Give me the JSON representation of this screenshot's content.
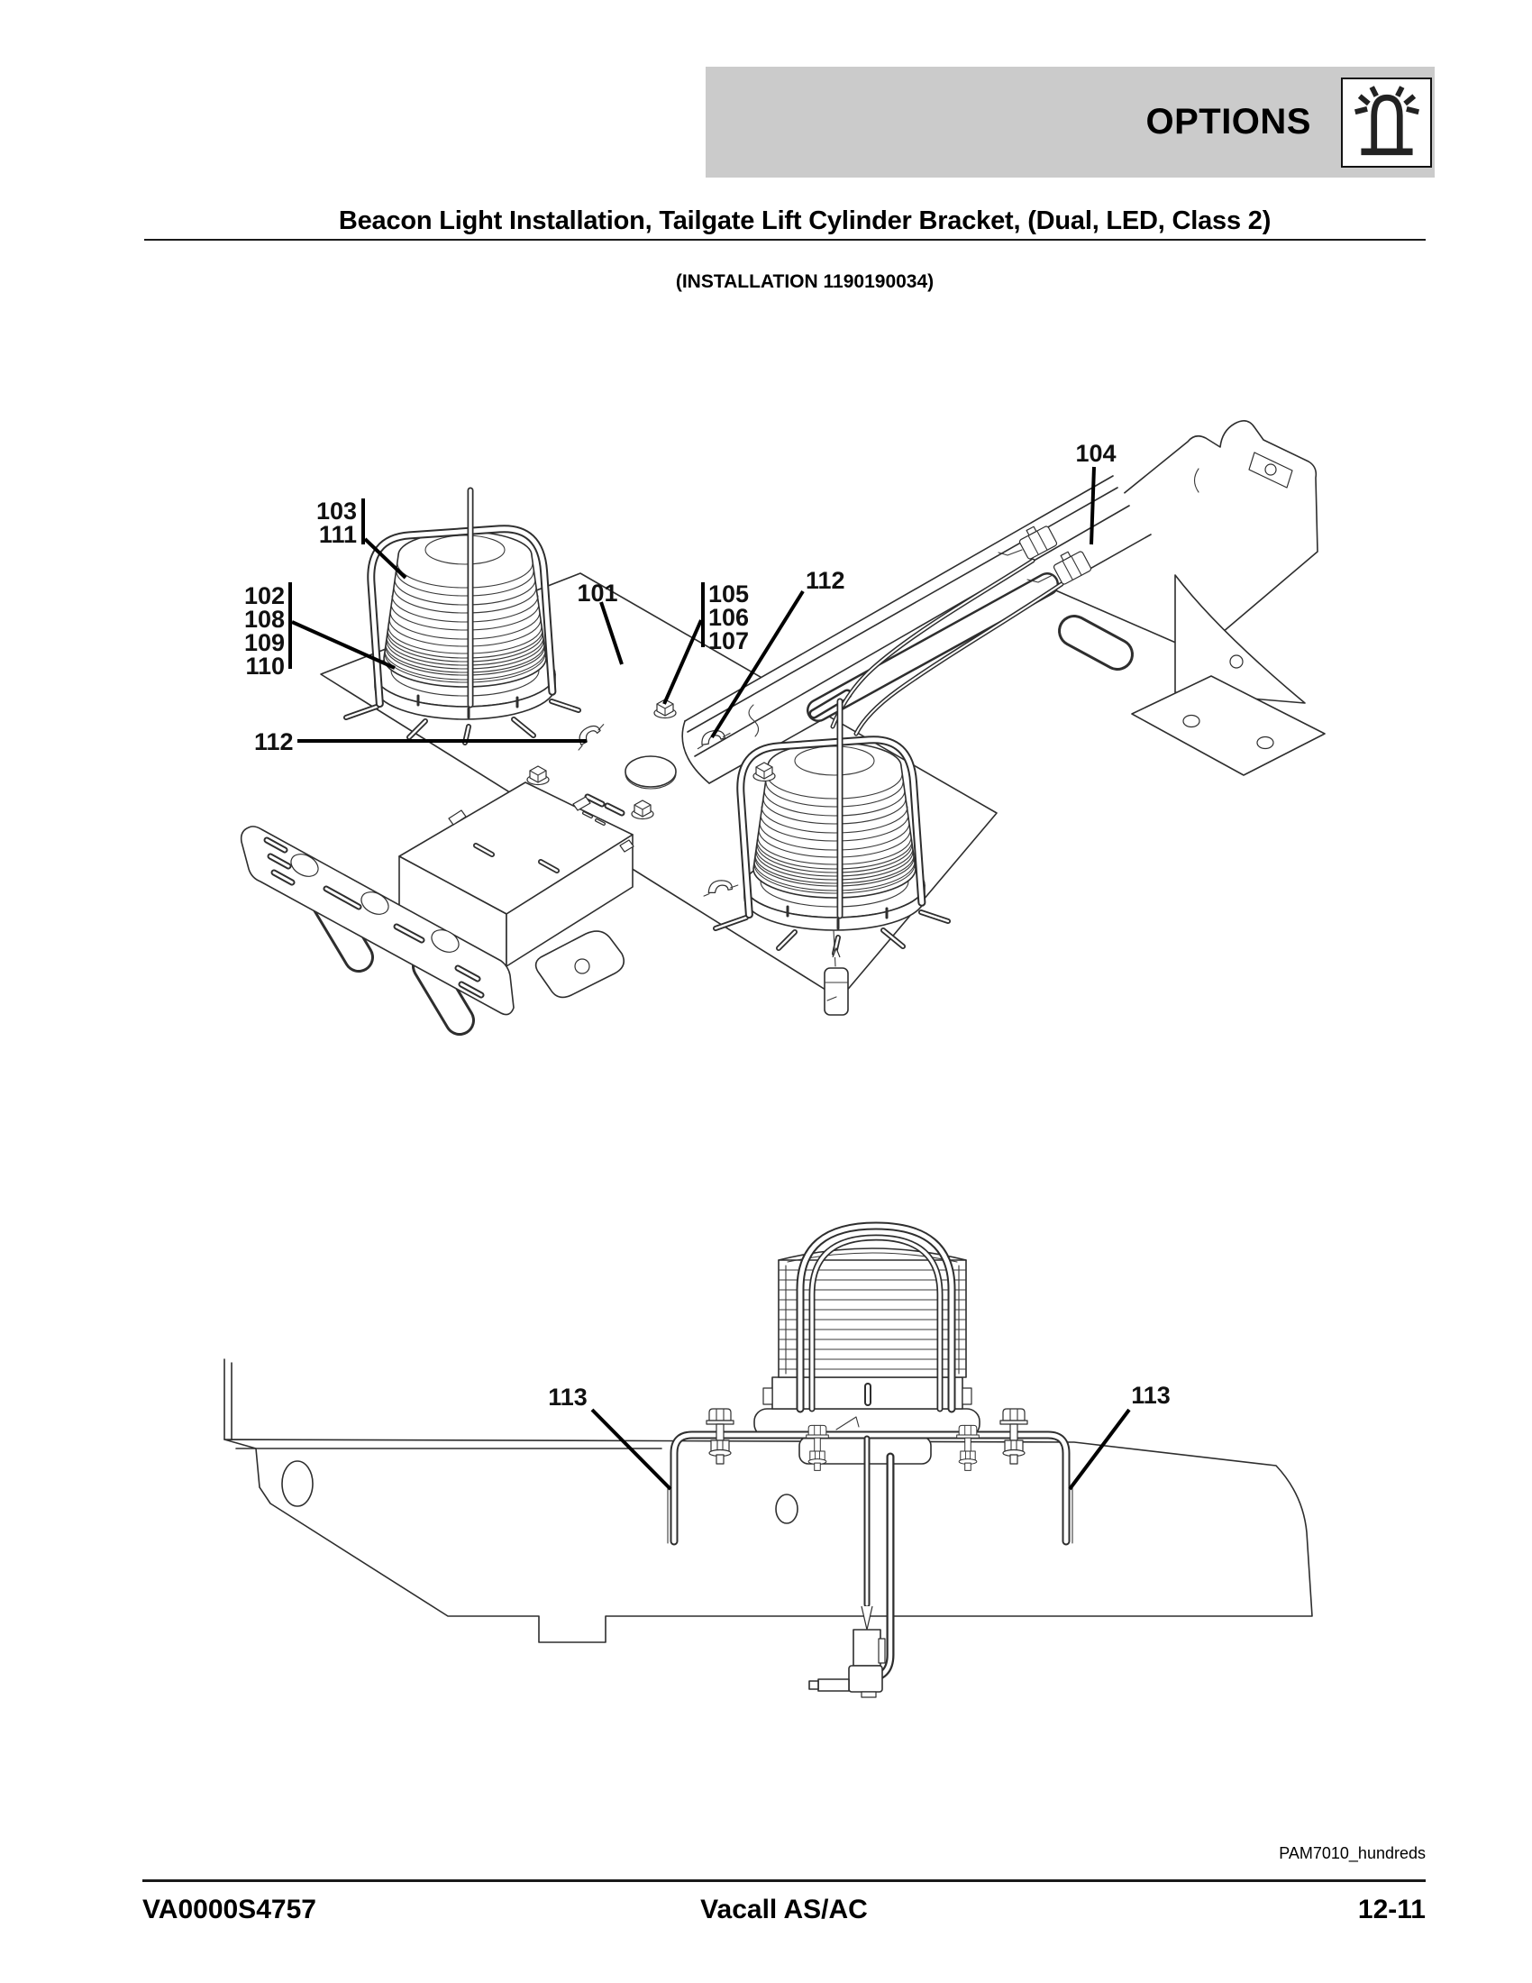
{
  "header": {
    "banner_label": "OPTIONS",
    "icon": "beacon-light-icon"
  },
  "title": "Beacon Light Installation, Tailgate Lift Cylinder Bracket, (Dual, LED, Class 2)",
  "subtitle": "(INSTALLATION 1190190034)",
  "figure1": {
    "callouts": {
      "c103": "103",
      "c111": "111",
      "c102": "102",
      "c108": "108",
      "c109": "109",
      "c110": "110",
      "c101": "101",
      "c105": "105",
      "c106": "106",
      "c107": "107",
      "c112a": "112",
      "c104": "104",
      "c112b": "112"
    }
  },
  "figure2": {
    "callouts": {
      "c113L": "113",
      "c113R": "113"
    }
  },
  "footer": {
    "watermark": "PAM7010_hundreds",
    "doc_code": "VA0000S4757",
    "product": "Vacall AS/AC",
    "page": "12-11"
  },
  "colors": {
    "banner_bg": "#cbcbcb",
    "line": "#2e2e2e",
    "text": "#000000"
  }
}
